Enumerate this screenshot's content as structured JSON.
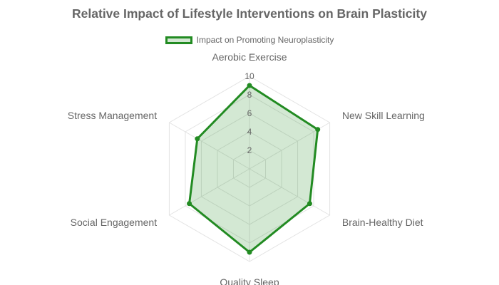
{
  "chart_data": {
    "type": "radar",
    "title": "Relative Impact of Lifestyle Interventions on Brain Plasticity",
    "categories": [
      "Aerobic Exercise",
      "New Skill Learning",
      "Brain-Healthy Diet",
      "Quality Sleep",
      "Social Engagement",
      "Stress Management"
    ],
    "series": [
      {
        "name": "Impact on Promoting Neuroplasticity",
        "values": [
          9,
          8.5,
          7.5,
          9,
          7.5,
          6.5
        ],
        "color": "#228b22",
        "fill": "rgba(34, 139, 34, 0.2)"
      }
    ],
    "rlim": [
      0,
      10
    ],
    "ticks": [
      "2",
      "4",
      "6",
      "8",
      "10"
    ],
    "tick_values": [
      2,
      4,
      6,
      8,
      10
    ],
    "grid": true,
    "legend_position": "top"
  }
}
